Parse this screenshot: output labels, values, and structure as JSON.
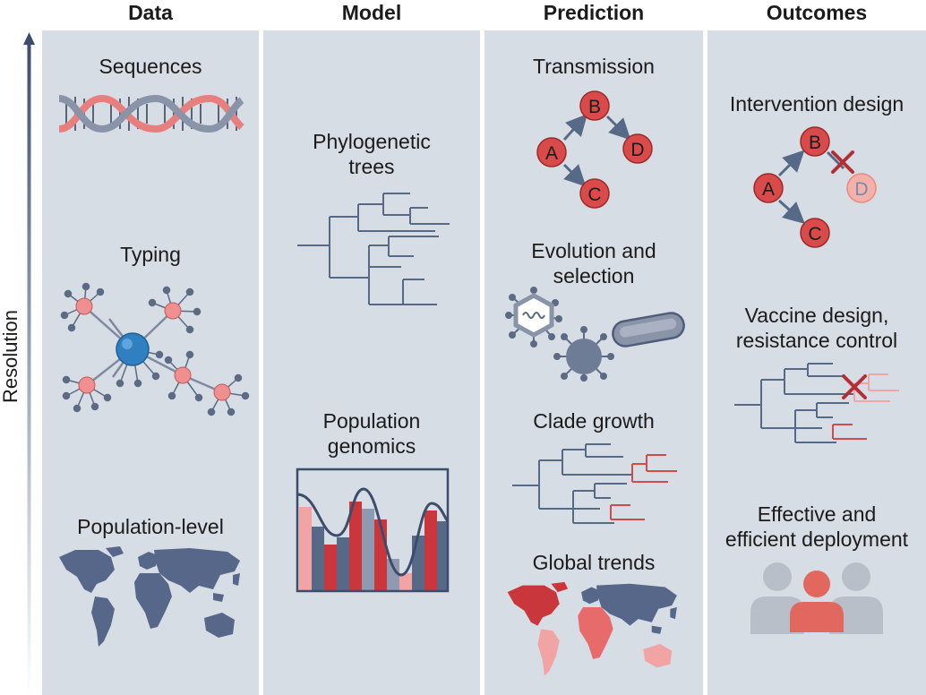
{
  "axis": {
    "label": "Resolution"
  },
  "columns": [
    {
      "header": "Data",
      "items": [
        "Sequences",
        "Typing",
        "Population-level"
      ]
    },
    {
      "header": "Model",
      "items": [
        "Phylogenetic trees",
        "Population genomics"
      ]
    },
    {
      "header": "Prediction",
      "items": [
        "Transmission",
        "Evolution and selection",
        "Clade growth",
        "Global trends"
      ]
    },
    {
      "header": "Outcomes",
      "items": [
        "Intervention design",
        "Vaccine design, resistance control",
        "Effective and efficient deployment"
      ]
    }
  ],
  "labels": {
    "sequences": "Sequences",
    "typing": "Typing",
    "population_level": "Population-level",
    "phylo_line1": "Phylogenetic",
    "phylo_line2": "trees",
    "popgen_line1": "Population",
    "popgen_line2": "genomics",
    "transmission": "Transmission",
    "evolution_line1": "Evolution and",
    "evolution_line2": "selection",
    "clade_growth": "Clade growth",
    "global_trends": "Global trends",
    "intervention_design": "Intervention design",
    "vaccine_line1": "Vaccine design,",
    "vaccine_line2": "resistance control",
    "deployment_line1": "Effective and",
    "deployment_line2": "efficient deployment"
  },
  "nodes": {
    "a": "A",
    "b": "B",
    "c": "C",
    "d": "D"
  },
  "colors": {
    "panel": "#d7dde4",
    "slate": "#566a88",
    "red": "#d94b4b",
    "dark_red": "#b32f35",
    "pink": "#f2a3a3",
    "light_pink": "#f0a6a2",
    "blue_node": "#2f7fc1",
    "gray_people": "#b9bfc8"
  }
}
